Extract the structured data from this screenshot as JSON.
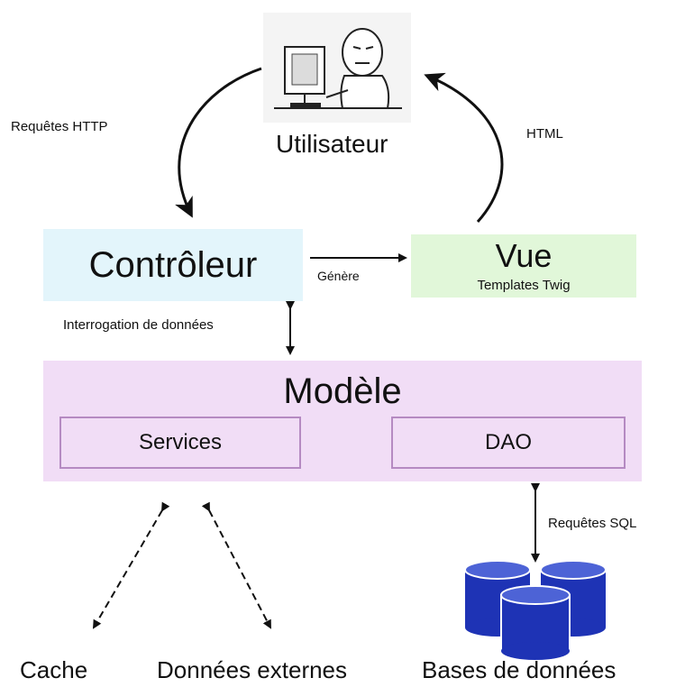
{
  "user": {
    "label": "Utilisateur",
    "icon": "person-at-computer-icon"
  },
  "edges": {
    "http_requests": "Requêtes HTTP",
    "html": "HTML",
    "generates": "Génère",
    "data_query": "Interrogation de données",
    "sql_requests": "Requêtes SQL"
  },
  "controller": {
    "label": "Contrôleur",
    "color": "#e3f5fb"
  },
  "view": {
    "label": "Vue",
    "sublabel": "Templates Twig",
    "color": "#e1f7d9"
  },
  "model": {
    "label": "Modèle",
    "color": "#f1ddf6",
    "border": "#b58ac2",
    "services": "Services",
    "dao": "DAO"
  },
  "bottom": {
    "cache": "Cache",
    "external_data": "Données externes",
    "databases": "Bases de données",
    "database_color": "#1e33b5"
  }
}
